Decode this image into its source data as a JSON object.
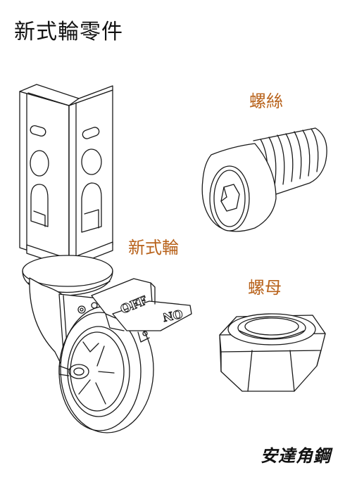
{
  "title": "新式輪零件",
  "labels": {
    "screw": "螺絲",
    "caster": "新式輪",
    "nut": "螺母"
  },
  "brake": {
    "off": "OFF",
    "on": "ON"
  },
  "brand": "安達角鋼",
  "colors": {
    "label": "#b8621b",
    "line": "#1a1a1a"
  }
}
